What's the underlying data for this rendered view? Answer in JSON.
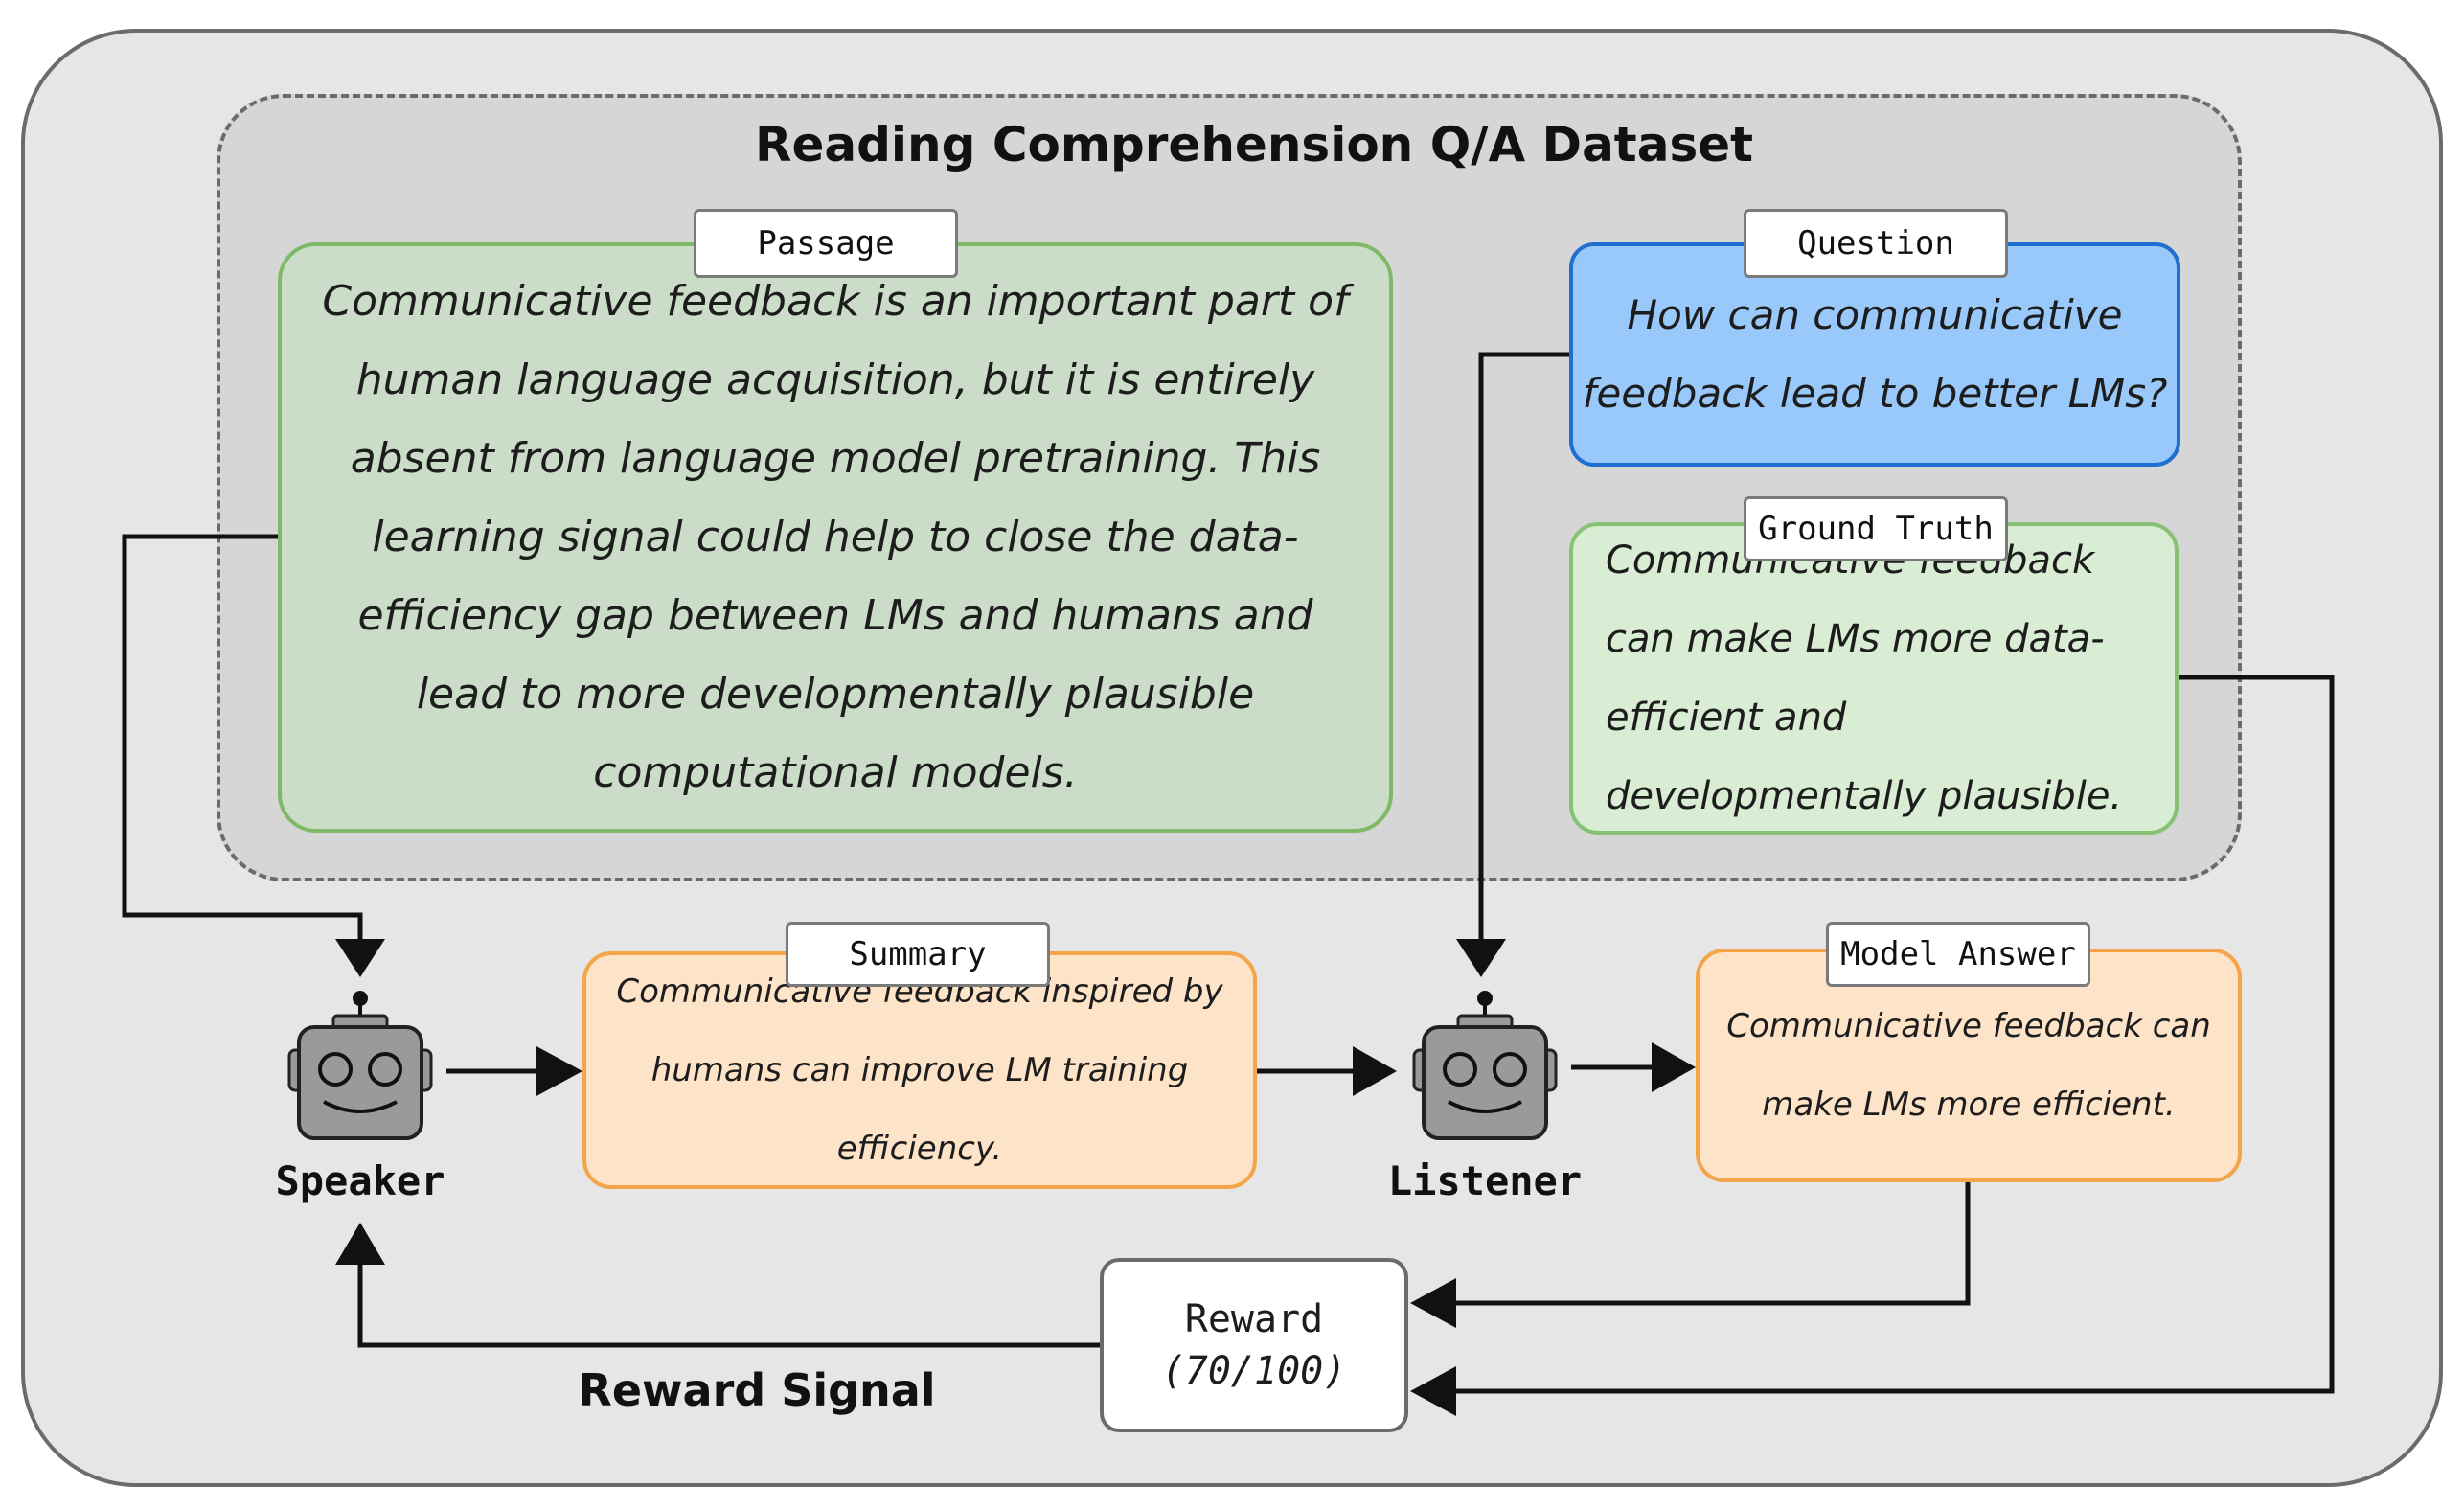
{
  "dataset": {
    "title": "Reading Comprehension Q/A Dataset"
  },
  "passage": {
    "label": "Passage",
    "text": "Communicative feedback is an important part of human language acquisition, but it is entirely absent from language model pretraining. This learning signal could help to close the data-efficiency gap between LMs and humans and lead to more developmentally plausible computational models."
  },
  "question": {
    "label": "Question",
    "text": "How can communicative feedback lead to better LMs?"
  },
  "ground_truth": {
    "label": "Ground Truth",
    "text": "Communicative feedback can make LMs more data-efficient and developmentally plausible."
  },
  "speaker": {
    "label": "Speaker",
    "icon": "robot-icon"
  },
  "listener": {
    "label": "Listener",
    "icon": "robot-icon"
  },
  "summary": {
    "label": "Summary",
    "text": "Communicative feedback inspired by humans can improve LM training efficiency."
  },
  "model_answer": {
    "label": "Model Answer",
    "text": "Communicative feedback can make LMs more efficient."
  },
  "reward": {
    "label": "Reward",
    "score": "(70/100)"
  },
  "reward_signal": {
    "label": "Reward Signal"
  },
  "colors": {
    "passage_fill": "#cbdcc8",
    "question_fill": "#99c9fa",
    "ground_truth_fill": "#d9ecd4",
    "summary_fill": "#fde3c8",
    "answer_fill": "#fde3c8",
    "robot_gray": "#9a9a9a"
  }
}
